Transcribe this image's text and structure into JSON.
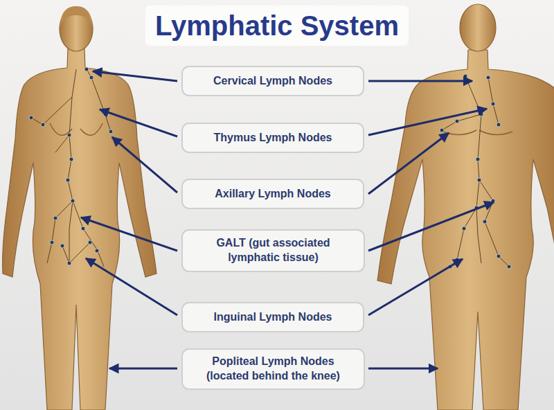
{
  "diagram": {
    "title": "Lymphatic System",
    "nodes": [
      {
        "text": [
          "Cervical Lymph Nodes"
        ]
      },
      {
        "text": [
          "Thymus Lymph Nodes"
        ]
      },
      {
        "text": [
          "Axillary Lymph Nodes"
        ]
      },
      {
        "text": [
          "GALT (gut associated lymphatic tissue)"
        ]
      },
      {
        "text": [
          "Inguinal Lymph Nodes"
        ]
      },
      {
        "text": [
          "Popliteal Lymph Nodes (located behind the knee)"
        ]
      }
    ]
  }
}
